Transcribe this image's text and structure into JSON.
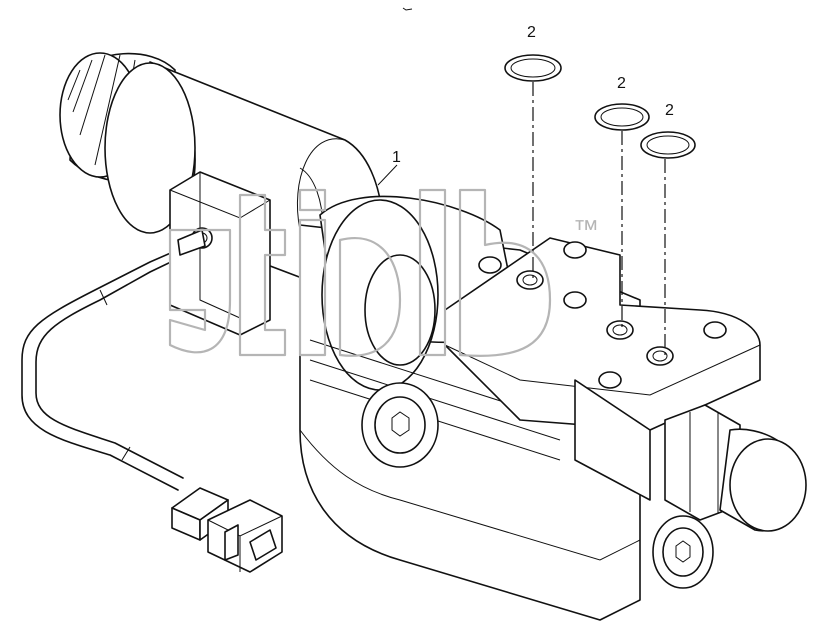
{
  "callouts": {
    "part_1": "1",
    "part_2a": "2",
    "part_2b": "2",
    "part_2c": "2"
  },
  "watermark": {
    "text": "gtidb",
    "trademark": "™"
  },
  "colors": {
    "line": "#111111",
    "watermark": "#b5b5b5",
    "background": "#ffffff"
  }
}
